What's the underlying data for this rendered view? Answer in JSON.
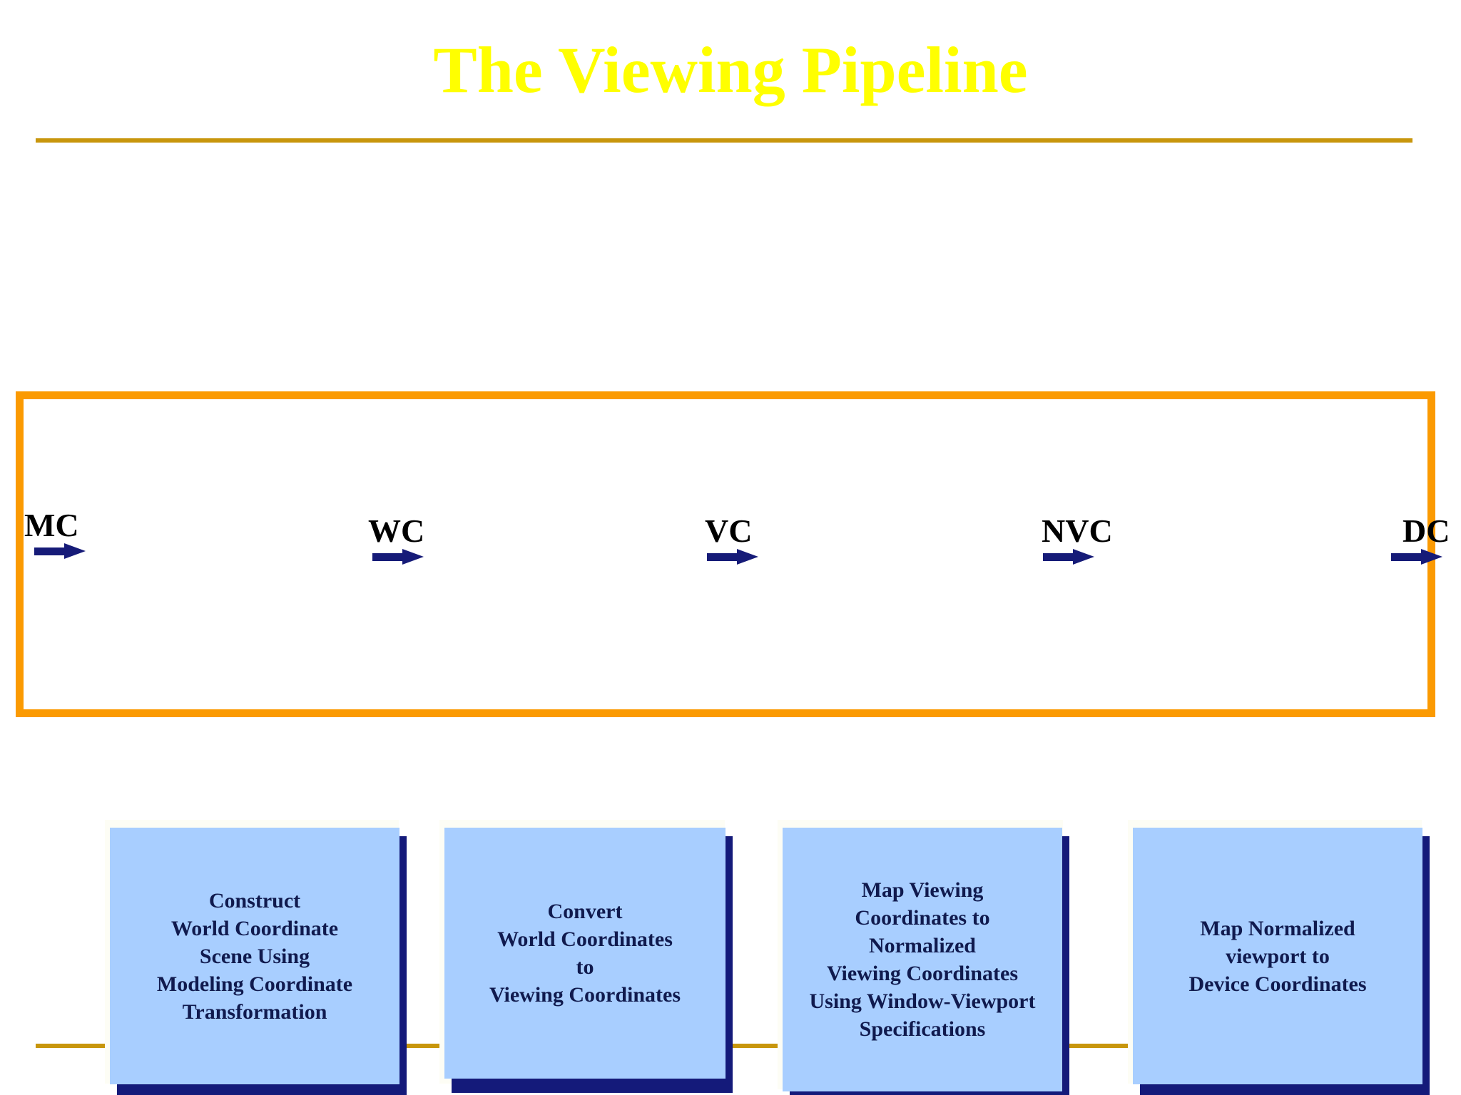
{
  "slide": {
    "title": "The Viewing Pipeline",
    "title_color": "#ffff00",
    "rule_color": "#c8960c",
    "background": "#ffffff"
  },
  "diagram": {
    "frame_color": "#fb9a02",
    "node_fill": "#a8ceff",
    "node_shadow": "#141a7a",
    "node_text_color": "#101a4e",
    "arrow_color": "#161b78",
    "nodes": [
      {
        "id": "construct-world-coordinate-scene",
        "lines": [
          "Construct",
          "World Coordinate",
          "Scene Using",
          "Modeling Coordinate",
          "Transformation"
        ],
        "text": "Construct World Coordinate Scene Using Modeling Coordinate Transformation"
      },
      {
        "id": "convert-world-to-viewing",
        "lines": [
          "Convert",
          "World Coordinates",
          "to",
          "Viewing Coordinates"
        ],
        "text": "Convert World Coordinates to Viewing Coordinates"
      },
      {
        "id": "map-viewing-to-normalized",
        "lines": [
          "Map Viewing",
          "Coordinates to",
          "Normalized",
          "Viewing Coordinates",
          "Using Window-Viewport",
          "Specifications"
        ],
        "text": "Map Viewing Coordinates to Normalized Viewing Coordinates Using Window-Viewport Specifications"
      },
      {
        "id": "map-normalized-viewport-to-device",
        "lines": [
          "Map Normalized",
          "viewport to",
          "Device Coordinates"
        ],
        "text": "Map Normalized viewport to Device Coordinates"
      }
    ],
    "labels": [
      {
        "id": "mc",
        "text": "MC",
        "meaning": "modeling-coordinates"
      },
      {
        "id": "wc",
        "text": "WC",
        "meaning": "world-coordinates"
      },
      {
        "id": "vc",
        "text": "VC",
        "meaning": "viewing-coordinates"
      },
      {
        "id": "nvc",
        "text": "NVC",
        "meaning": "normalized-viewing-coordinates"
      },
      {
        "id": "dc",
        "text": "DC",
        "meaning": "device-coordinates"
      }
    ],
    "arrows": [
      {
        "id": "arrow-mc",
        "label": "MC"
      },
      {
        "id": "arrow-wc",
        "label": "WC"
      },
      {
        "id": "arrow-vc",
        "label": "VC"
      },
      {
        "id": "arrow-nvc",
        "label": "NVC"
      },
      {
        "id": "arrow-dc",
        "label": "DC"
      }
    ]
  }
}
